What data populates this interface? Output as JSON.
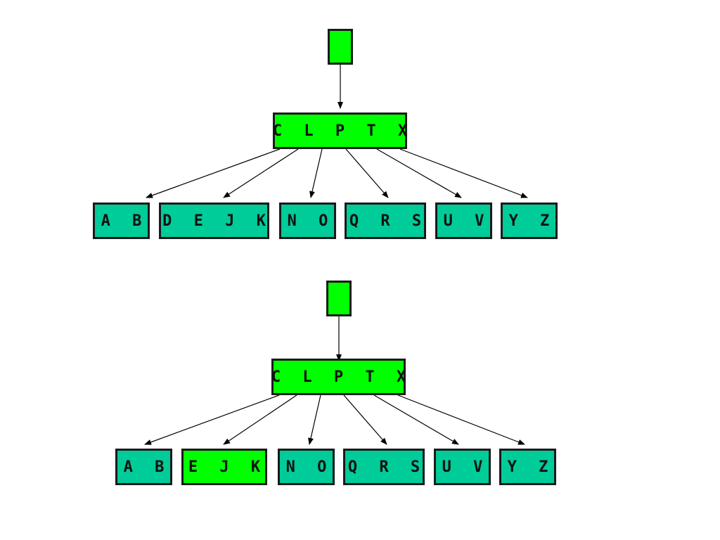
{
  "colors": {
    "node_highlight": "#00ff00",
    "node_leaf": "#00cc99",
    "border": "#1a1a1a",
    "edge": "#000000"
  },
  "trees": [
    {
      "root_label": "",
      "internal_label": "C L P T X",
      "leaves": [
        "A B",
        "D E J K",
        "N O",
        "Q R S",
        "U V",
        "Y Z"
      ]
    },
    {
      "root_label": "",
      "internal_label": "C L P T X",
      "leaves": [
        "A B",
        "E J K",
        "N O",
        "Q R S",
        "U V",
        "Y Z"
      ]
    }
  ]
}
